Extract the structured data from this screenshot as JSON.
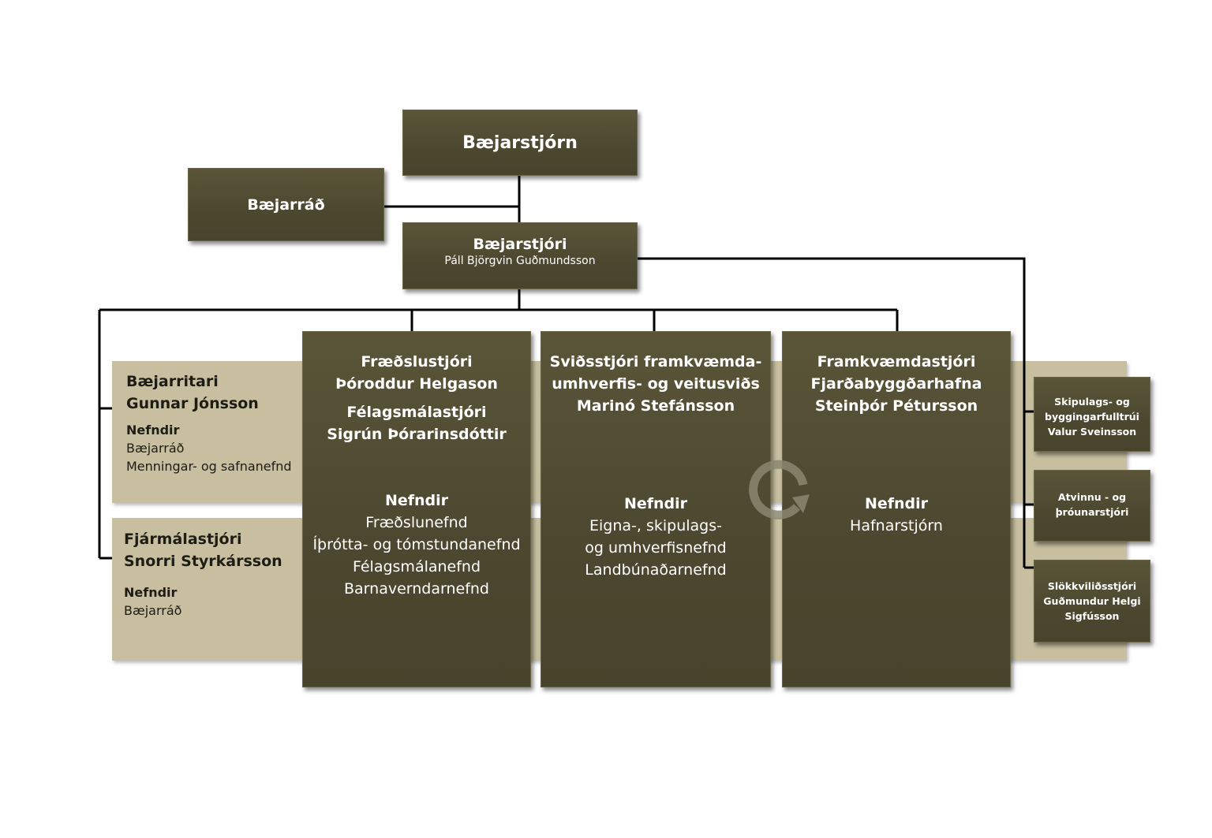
{
  "council": {
    "title": "Bæjarstjórn"
  },
  "town_board": {
    "title": "Bæjarráð"
  },
  "mayor": {
    "title": "Bæjarstjóri",
    "name": "Páll Björgvin Guðmundsson"
  },
  "town_secretary": {
    "title": "Bæjarritari",
    "name": "Gunnar Jónsson",
    "committees_label": "Nefndir",
    "committees": [
      "Bæjarráð",
      "Menningar- og safnanefnd"
    ]
  },
  "finance_director": {
    "title": "Fjármálastjóri",
    "name": "Snorri Styrkársson",
    "committees_label": "Nefndir",
    "committees": [
      "Bæjarráð"
    ]
  },
  "education": {
    "lines": [
      "Fræðslustjóri",
      "Þóroddur Helgason"
    ],
    "lines2": [
      "Félagsmálastjóri",
      "Sigrún Þórarinsdóttir"
    ],
    "committees_label": "Nefndir",
    "committees": [
      "Fræðslunefnd",
      "Íþrótta- og tómstundanefnd",
      "Félagsmálanefnd",
      "Barnaverndarnefnd"
    ]
  },
  "works": {
    "lines": [
      "Sviðsstjóri framkvæmda-",
      "umhverfis- og veitusviðs",
      "Marinó Stefánsson"
    ],
    "committees_label": "Nefndir",
    "committees": [
      "Eigna-, skipulags-",
      "og umhverfisnefnd",
      "Landbúnaðarnefnd"
    ]
  },
  "harbour": {
    "lines": [
      "Framkvæmdastjóri",
      "Fjarðabyggðarhafna",
      "Steinþór Pétursson"
    ],
    "committees_label": "Nefndir",
    "committees": [
      "Hafnarstjórn"
    ]
  },
  "planning": {
    "lines": [
      "Skipulags- og",
      "byggingarfulltrúi",
      "Valur Sveinsson"
    ]
  },
  "development": {
    "lines": [
      "Atvinnu - og",
      "þróunarstjóri"
    ]
  },
  "fire": {
    "lines": [
      "Slökkviliðsstjóri",
      "Guðmundur Helgi",
      "Sigfússon"
    ]
  },
  "colors": {
    "box": "#4c4830",
    "band": "#c7bf9f",
    "line": "#000000"
  }
}
